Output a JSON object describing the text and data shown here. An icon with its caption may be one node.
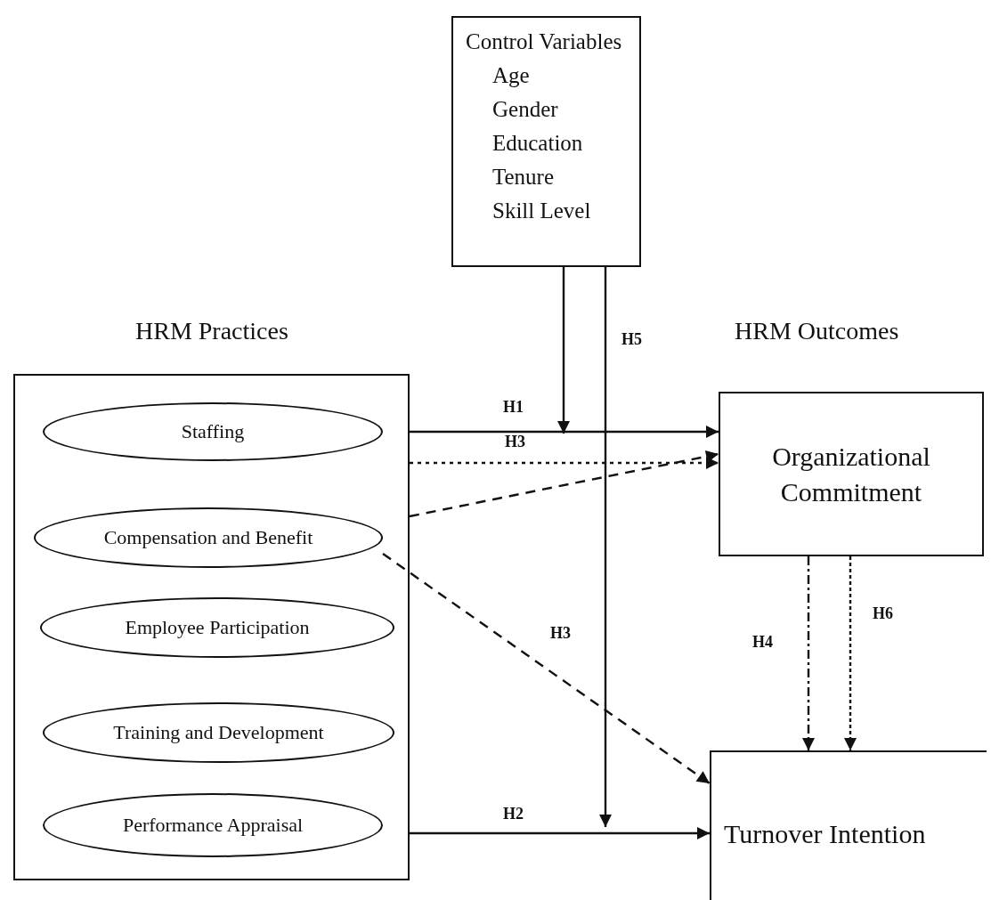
{
  "diagram": {
    "nodes": [
      {
        "text": [
          "Control Variables",
          "Age",
          "Gender",
          "Education",
          "Tenure",
          "Skill Level"
        ]
      },
      {
        "text": [
          "HRM Practices"
        ]
      },
      {
        "text": [
          "Staffing"
        ],
        "in": 1
      },
      {
        "text": [
          "Compensation and Benefit"
        ],
        "in": 1
      },
      {
        "text": [
          "Employee Participation"
        ],
        "in": 1
      },
      {
        "text": [
          "Training and Development"
        ],
        "in": 1
      },
      {
        "text": [
          "Performance Appraisal"
        ],
        "in": 1
      },
      {
        "text": [
          "Organizational Commitment"
        ]
      },
      {
        "text": [
          "Turnover Intention"
        ]
      }
    ],
    "edges": [
      {
        "from": 1,
        "to": 7,
        "arrow": "to",
        "label": "H1"
      },
      {
        "from": 0,
        "to": null,
        "arrow": "to"
      },
      {
        "from": 0,
        "to": null,
        "arrow": "to",
        "label": "H5"
      },
      {
        "from": 1,
        "to": 7,
        "arrow": "to",
        "style": "dashed"
      },
      {
        "from": 1,
        "to": 7,
        "arrow": "to",
        "style": "dashed",
        "label": "H3"
      },
      {
        "from": 3,
        "to": 8,
        "arrow": "to",
        "style": "dashed",
        "label": "H3"
      },
      {
        "from": 1,
        "to": 8,
        "arrow": "to",
        "label": "H2"
      },
      {
        "from": 7,
        "to": 8,
        "arrow": "to",
        "style": "dashed",
        "label": "H4"
      },
      {
        "from": 7,
        "to": 8,
        "arrow": "to",
        "style": "dashed",
        "label": "H6"
      }
    ],
    "labels": [
      "HRM Outcomes"
    ]
  }
}
